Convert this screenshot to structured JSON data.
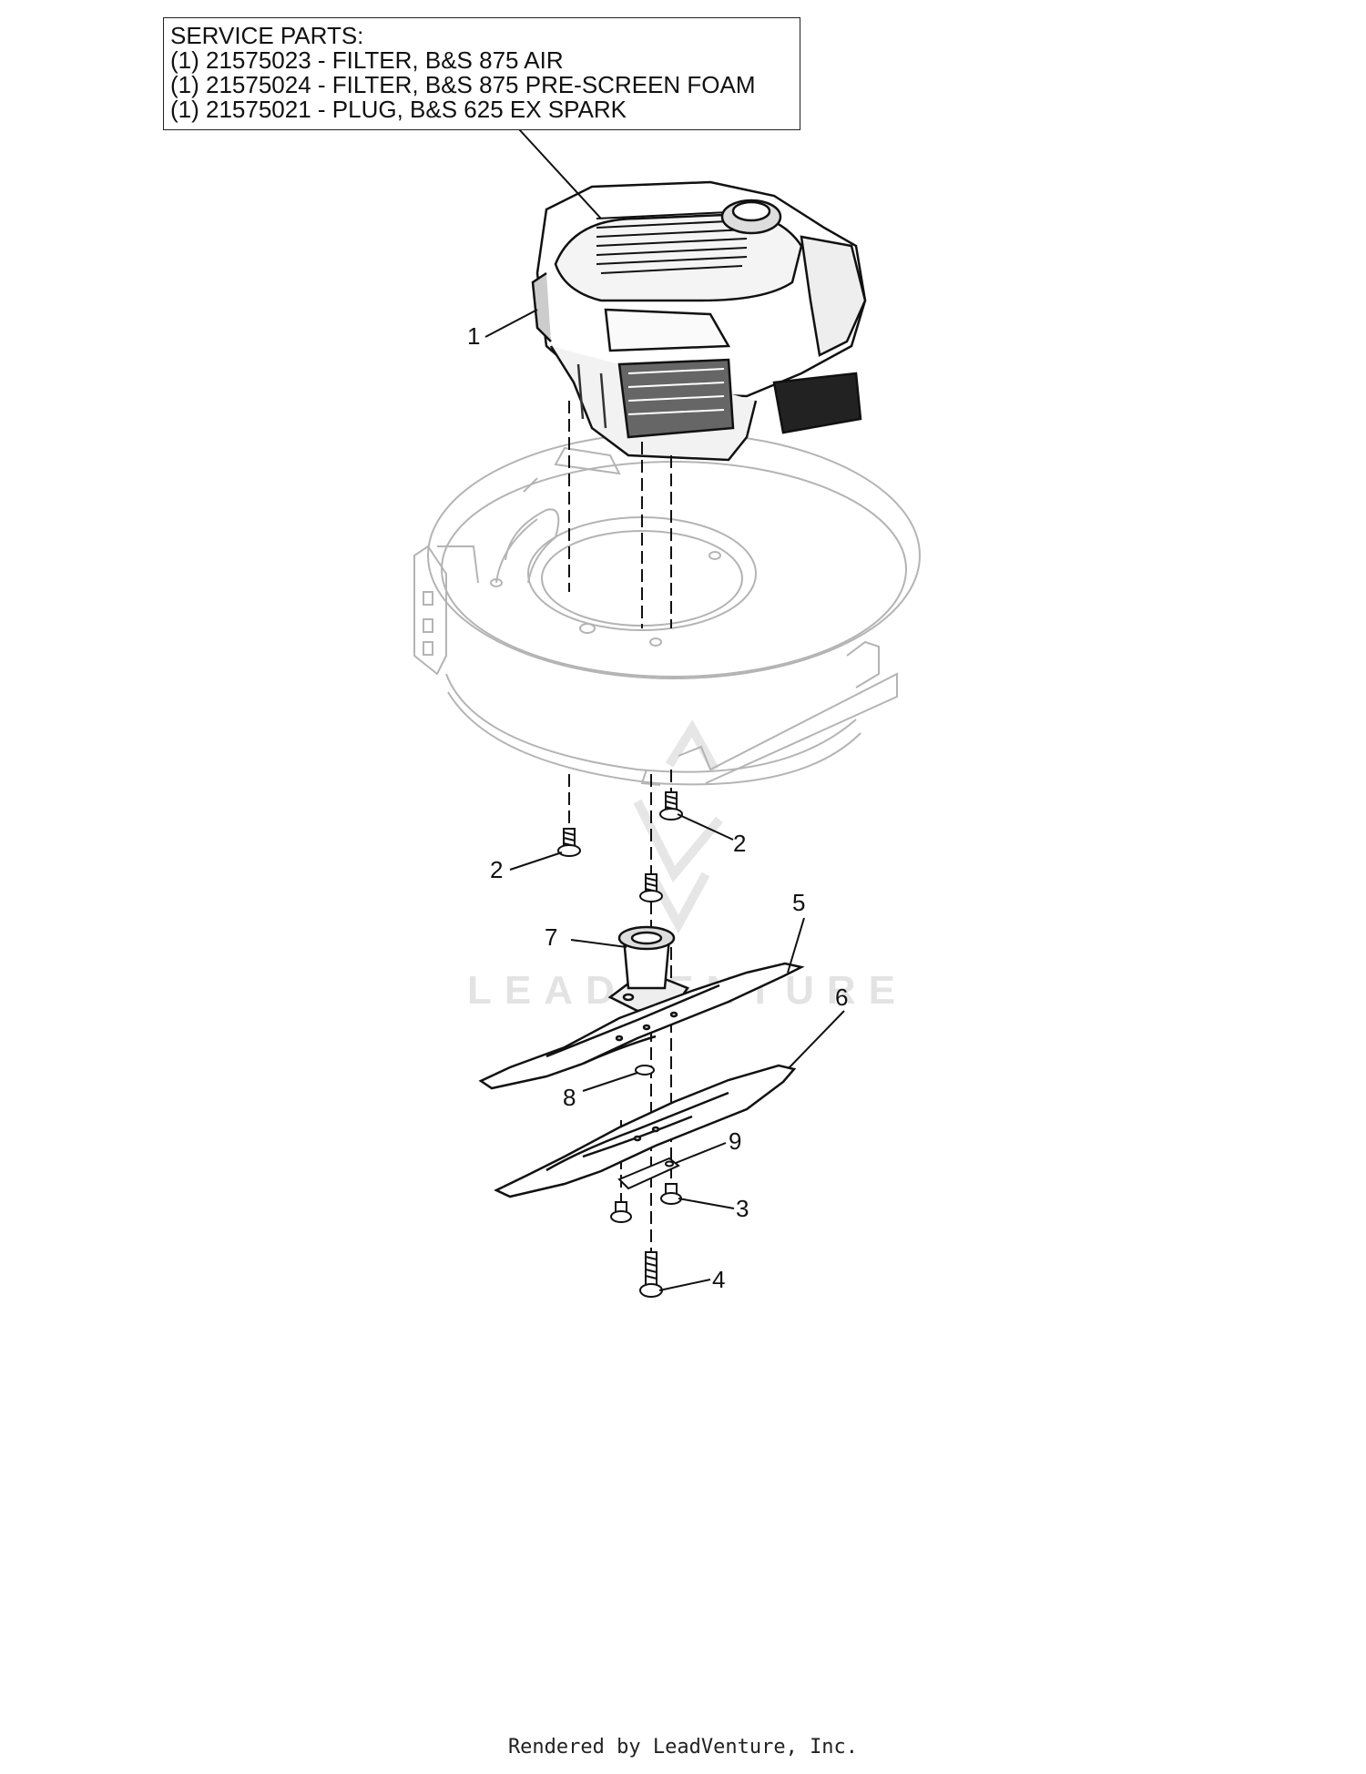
{
  "service_box": {
    "heading": "SERVICE PARTS:",
    "lines": [
      "(1) 21575023 - FILTER, B&S 875 AIR",
      "(1) 21575024 - FILTER, B&S 875 PRE-SCREEN FOAM",
      "(1) 21575021 - PLUG, B&S 625 EX SPARK"
    ]
  },
  "callouts": {
    "engine": "1",
    "deck_bolt_right": "2",
    "deck_bolt_left": "2",
    "blade_nut": "3",
    "center_bolt": "4",
    "upper_blade": "5",
    "lower_blade": "6",
    "blade_adapter": "7",
    "washer": "8",
    "blade_spacer": "9"
  },
  "watermark": "LEADVENTURE",
  "footer": "Rendered by LeadVenture, Inc.",
  "colors": {
    "ink": "#111111",
    "deck_ink": "#b4b4b4",
    "watermark": "#e3e3e3"
  }
}
